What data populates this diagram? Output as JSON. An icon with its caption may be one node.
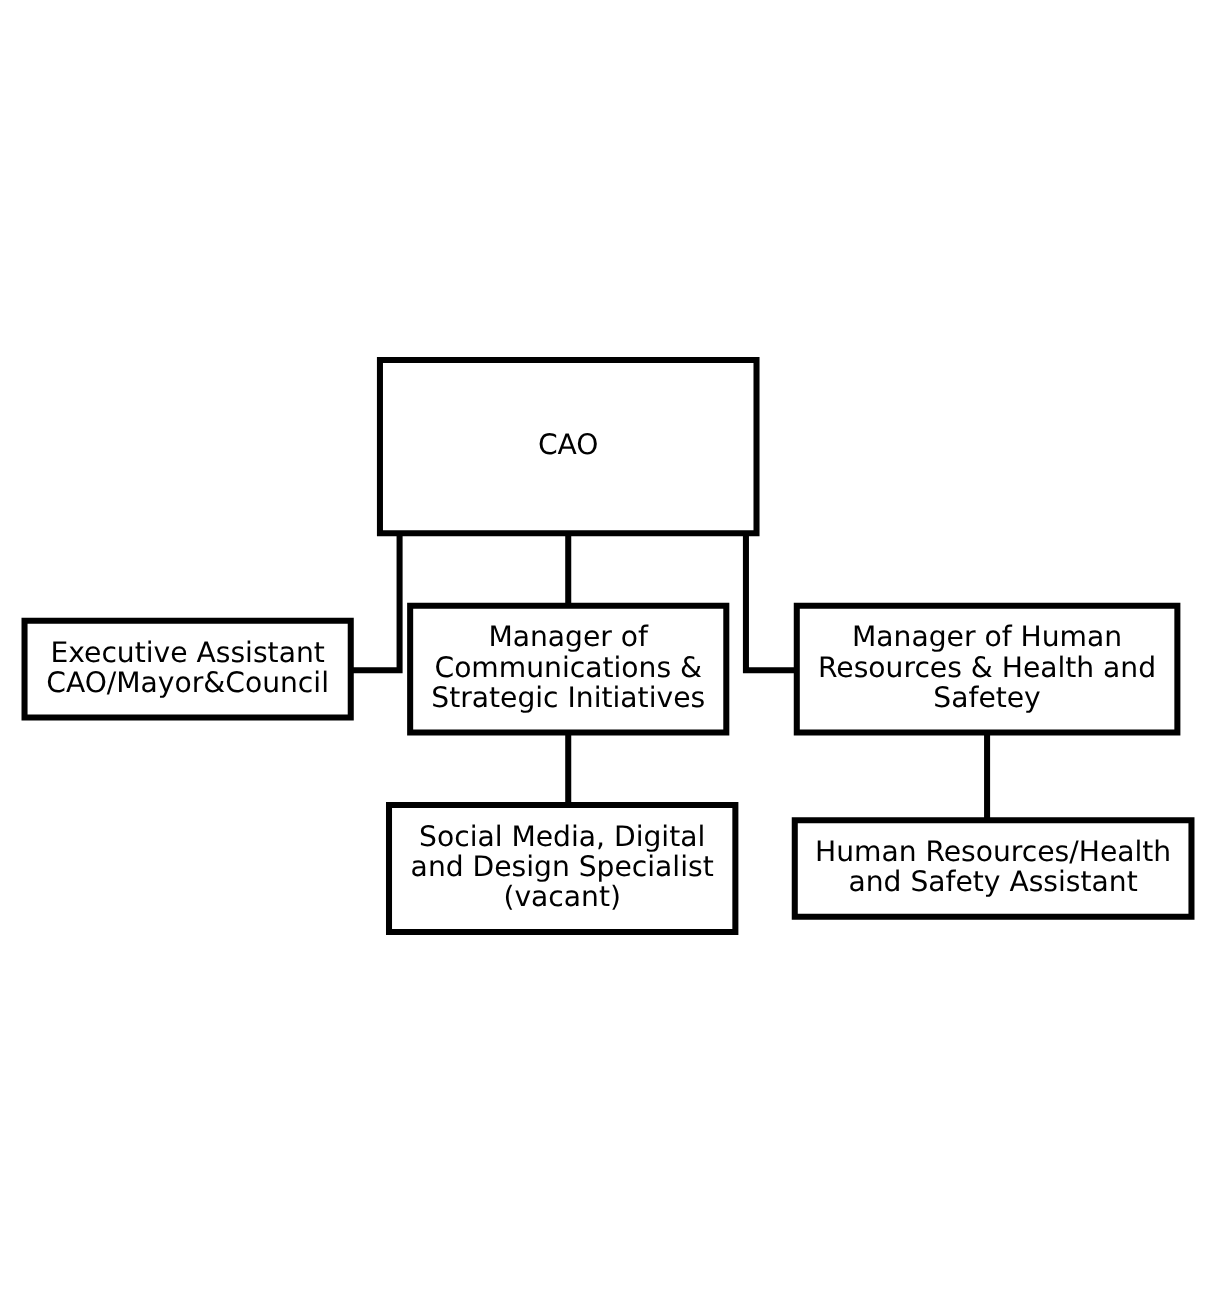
{
  "diagram": {
    "nodes": [
      {
        "text": [
          "CAO"
        ]
      },
      {
        "text": [
          "Executive Assistant",
          "CAO/Mayor&Council"
        ]
      },
      {
        "text": [
          "Manager of Communications & Strategic Initiatives"
        ]
      },
      {
        "text": [
          "Manager of Human Resources & Health and Safetey"
        ]
      },
      {
        "text": [
          "Social Media, Digital and Design Specialist",
          "(vacant)"
        ]
      },
      {
        "text": [
          "Human Resources/Health and Safety Assistant"
        ]
      }
    ],
    "edges": [
      {
        "from": 0,
        "to": 1,
        "arrow": "none"
      },
      {
        "from": 0,
        "to": 2,
        "arrow": "none"
      },
      {
        "from": 0,
        "to": 3,
        "arrow": "none"
      },
      {
        "from": 2,
        "to": 4,
        "arrow": "none"
      },
      {
        "from": 3,
        "to": 5,
        "arrow": "none"
      }
    ]
  }
}
